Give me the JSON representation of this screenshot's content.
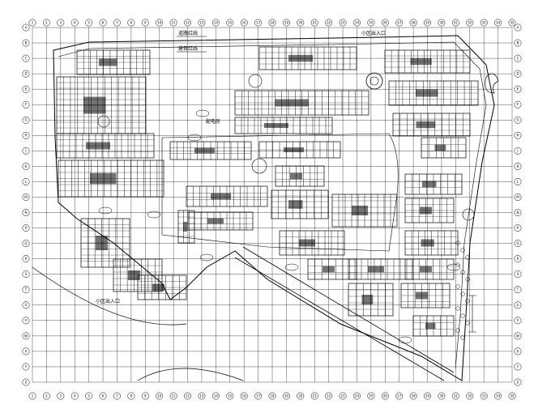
{
  "drawing": {
    "labels": {
      "label_top_1": "道路红线",
      "label_top_2": "建筑红线",
      "entrance_top": "小区出入口",
      "entrance_left": "小区出入口",
      "center_label": "配电房"
    },
    "grid": {
      "columns": [
        "1",
        "2",
        "3",
        "4",
        "5",
        "6",
        "7",
        "8",
        "9",
        "10",
        "11",
        "12",
        "13",
        "14",
        "15",
        "16",
        "17",
        "18",
        "19",
        "20",
        "21",
        "22",
        "23",
        "24",
        "25",
        "26",
        "27",
        "28",
        "29",
        "30",
        "31",
        "32",
        "33",
        "34",
        "35"
      ],
      "rows": [
        "A",
        "B",
        "C",
        "D",
        "E",
        "F",
        "G",
        "H",
        "J",
        "K",
        "L",
        "M",
        "N",
        "P",
        "Q",
        "R",
        "S",
        "T",
        "U",
        "V",
        "W",
        "X",
        "Y",
        "Z"
      ]
    },
    "colors": {
      "line": "#000000",
      "background": "#ffffff"
    }
  }
}
